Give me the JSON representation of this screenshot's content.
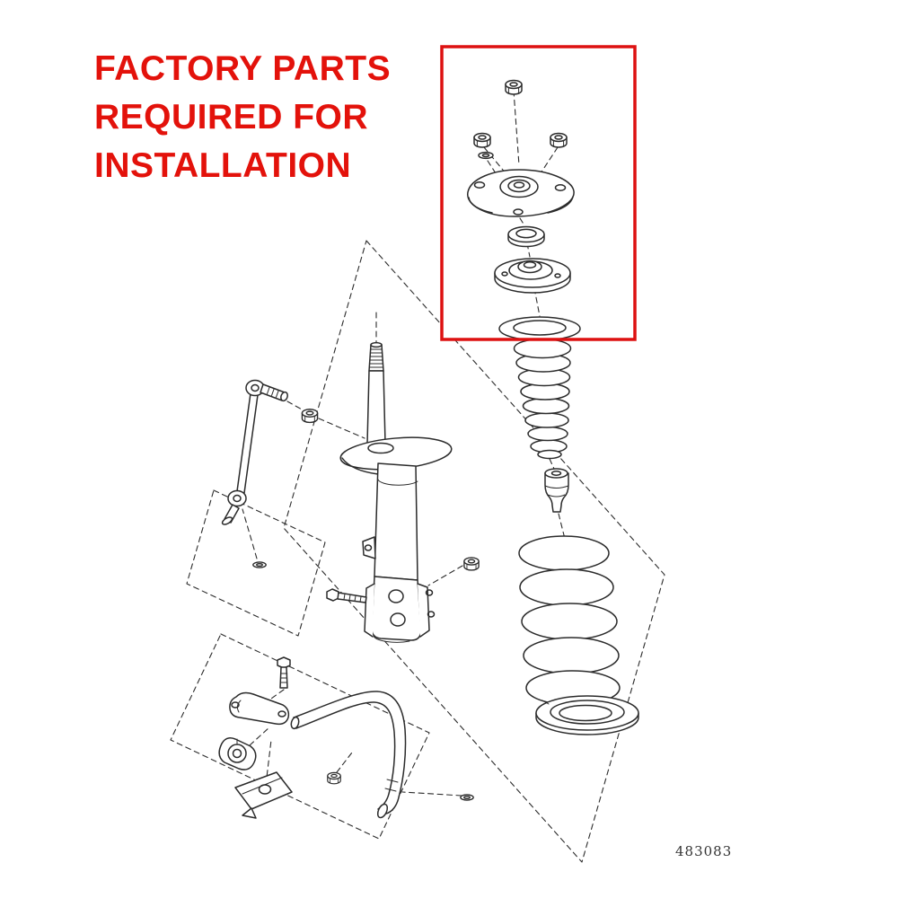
{
  "page": {
    "background_color": "#ffffff"
  },
  "heading": {
    "line1": "FACTORY PARTS",
    "line2": "REQUIRED FOR",
    "line3": "INSTALLATION",
    "color": "#e3120b"
  },
  "figure": {
    "part_number": "483083",
    "line_color": "#2b2b2b",
    "highlight_box_color": "#dd1111",
    "parts": [
      "lock-nut",
      "mount-nut-left",
      "mount-nut-right",
      "small-washer",
      "strut-support-mount",
      "support-bearing",
      "upper-spring-seat",
      "dust-cover",
      "bump-stopper",
      "coil-spring",
      "lower-spring-insulator",
      "strut-shock-absorber",
      "flange-nut",
      "stabilizer-link",
      "link-washer",
      "bracket-bolt",
      "bracket-nut",
      "clamp-bolt",
      "bar-clamp-bracket",
      "bar-bushing",
      "bracket-plate",
      "stabilizer-bar",
      "bar-nut",
      "end-washer"
    ]
  }
}
